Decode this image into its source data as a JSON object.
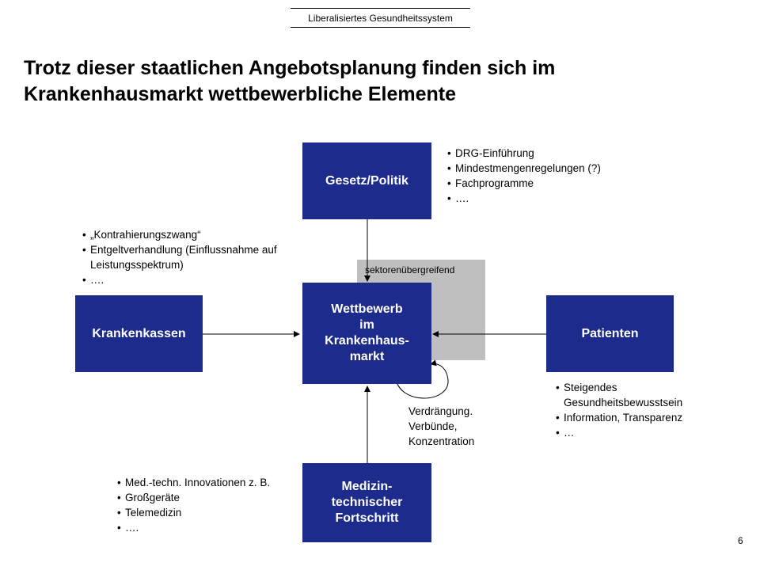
{
  "header": {
    "label": "Liberalisiertes Gesundheitssystem"
  },
  "title": {
    "line1": "Trotz dieser staatlichen Angebotsplanung finden sich im",
    "line2": "Krankenhausmarkt wettbewerbliche Elemente"
  },
  "boxes": {
    "gesetz": "Gesetz/Politik",
    "center": [
      "Wettbewerb",
      "im",
      "Krankenhaus-",
      "markt"
    ],
    "kassen": "Krankenkassen",
    "patienten": "Patienten",
    "medizin": [
      "Medizin-",
      "technischer",
      "Fortschritt"
    ]
  },
  "grey_label": "sektorenübergreifend",
  "bullets": {
    "gesetz": [
      "DRG-Einführung",
      "Mindestmengenregelungen (?)",
      "Fachprogramme",
      "…."
    ],
    "kassen": [
      "„Kontrahierungszwang“",
      "Entgeltverhandlung (Einflussnahme auf Leistungsspektrum)",
      "…."
    ],
    "patienten": [
      "Steigendes Gesundheitsbewusstsein",
      "Information, Transparenz",
      "…"
    ],
    "medizin": [
      "Med.-techn. Innovationen z. B.",
      "Großgeräte",
      "Telemedizin",
      "…."
    ]
  },
  "loop_annotation": [
    "Verdrängung.",
    "Verbünde,",
    "Konzentration"
  ],
  "colors": {
    "box_fill": "#1c2b8c",
    "grey_area": "#bfbfbf"
  },
  "page_number": "6"
}
